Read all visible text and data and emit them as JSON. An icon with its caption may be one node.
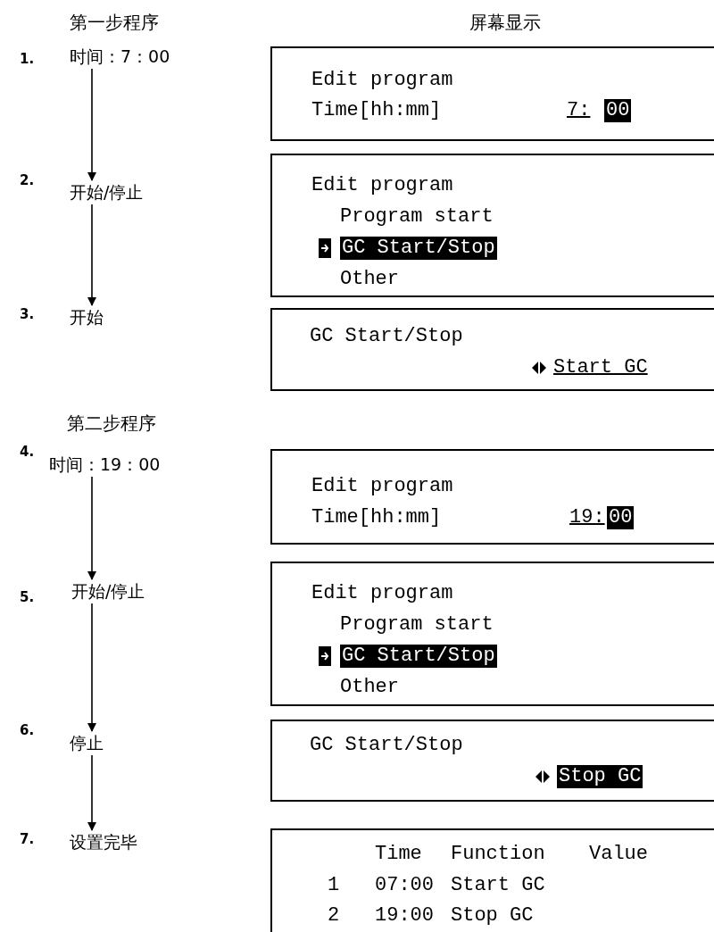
{
  "diagram": {
    "nodes": [
      {
        "text": [
          "时间：7：00"
        ],
        "beside": [
          "1."
        ]
      },
      {
        "text": [
          "Edit program",
          "Time[hh:mm]",
          "7:",
          "00"
        ]
      },
      {
        "text": [
          "开始/停止"
        ],
        "beside": [
          "2."
        ]
      },
      {
        "text": [
          "Edit program",
          "Program start",
          "GC Start/Stop",
          "Other"
        ]
      },
      {
        "text": [
          "开始"
        ],
        "beside": [
          "3."
        ]
      },
      {
        "text": [
          "GC Start/Stop",
          "Start GC"
        ]
      },
      {
        "text": [
          "时间：19：00"
        ],
        "beside": [
          "4."
        ]
      },
      {
        "text": [
          "Edit program",
          "Time[hh:mm]",
          "19:",
          "00"
        ]
      },
      {
        "text": [
          "开始/停止"
        ],
        "beside": [
          "5."
        ]
      },
      {
        "text": [
          "Edit program",
          "Program start",
          "GC Start/Stop",
          "Other"
        ]
      },
      {
        "text": [
          "停止"
        ],
        "beside": [
          "6."
        ]
      },
      {
        "text": [
          "GC Start/Stop",
          "Stop GC"
        ]
      },
      {
        "text": [
          "设置完毕"
        ],
        "beside": [
          "7."
        ]
      },
      {
        "text": [
          "Time",
          "Function",
          "Value",
          "1",
          "07:00",
          "Start GC",
          "2",
          "19:00",
          "Stop GC"
        ]
      }
    ],
    "edges": [
      {
        "from": 0,
        "to": 2,
        "arrow": "to"
      },
      {
        "from": 2,
        "to": 4,
        "arrow": "to"
      },
      {
        "from": 6,
        "to": 8,
        "arrow": "to"
      },
      {
        "from": 8,
        "to": 10,
        "arrow": "to"
      },
      {
        "from": 10,
        "to": 12,
        "arrow": "to"
      }
    ],
    "labels": [
      "第一步程序",
      "屏幕显示",
      "第二步程序"
    ]
  }
}
